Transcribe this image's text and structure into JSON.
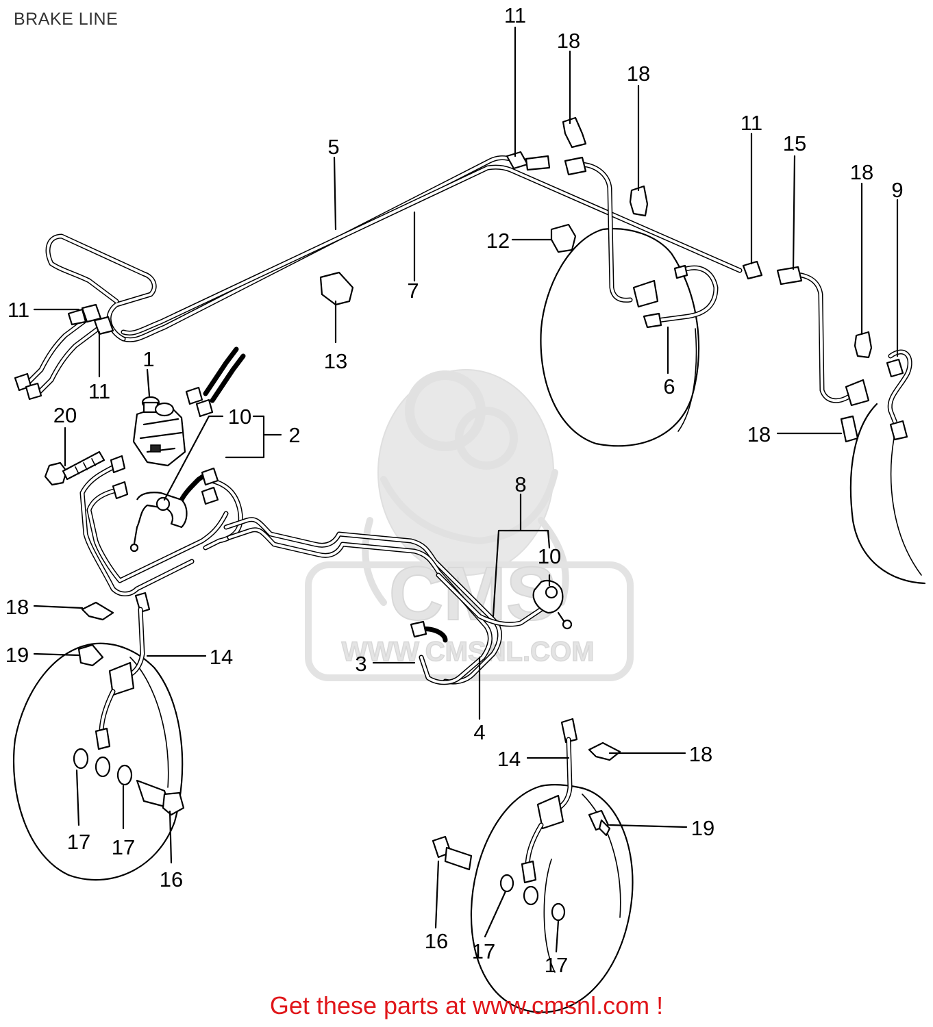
{
  "page": {
    "title": "BRAKE LINE",
    "footer_link": "Get these parts at www.cmsnl.com !"
  },
  "watermark": {
    "brand": "CMS",
    "url": "WWW.CMSNL.COM"
  },
  "callouts": [
    {
      "id": "c-11-top",
      "label": "11"
    },
    {
      "id": "c-18-top-a",
      "label": "18"
    },
    {
      "id": "c-18-top-b",
      "label": "18"
    },
    {
      "id": "c-5",
      "label": "5"
    },
    {
      "id": "c-11-right",
      "label": "11"
    },
    {
      "id": "c-15",
      "label": "15"
    },
    {
      "id": "c-18-right-top",
      "label": "18"
    },
    {
      "id": "c-9",
      "label": "9"
    },
    {
      "id": "c-12",
      "label": "12"
    },
    {
      "id": "c-7",
      "label": "7"
    },
    {
      "id": "c-13",
      "label": "13"
    },
    {
      "id": "c-11-left",
      "label": "11"
    },
    {
      "id": "c-11-left-b",
      "label": "11"
    },
    {
      "id": "c-1",
      "label": "1"
    },
    {
      "id": "c-6",
      "label": "6"
    },
    {
      "id": "c-20",
      "label": "20"
    },
    {
      "id": "c-10-a",
      "label": "10"
    },
    {
      "id": "c-2",
      "label": "2"
    },
    {
      "id": "c-18-right-mid",
      "label": "18"
    },
    {
      "id": "c-8",
      "label": "8"
    },
    {
      "id": "c-10-b",
      "label": "10"
    },
    {
      "id": "c-18-left",
      "label": "18"
    },
    {
      "id": "c-19-left",
      "label": "19"
    },
    {
      "id": "c-14-left",
      "label": "14"
    },
    {
      "id": "c-3",
      "label": "3"
    },
    {
      "id": "c-4",
      "label": "4"
    },
    {
      "id": "c-14-bottom",
      "label": "14"
    },
    {
      "id": "c-18-bottom",
      "label": "18"
    },
    {
      "id": "c-17-a",
      "label": "17"
    },
    {
      "id": "c-17-b",
      "label": "17"
    },
    {
      "id": "c-16-left",
      "label": "16"
    },
    {
      "id": "c-19-bottom",
      "label": "19"
    },
    {
      "id": "c-16-bottom",
      "label": "16"
    },
    {
      "id": "c-17-c",
      "label": "17"
    },
    {
      "id": "c-17-d",
      "label": "17"
    }
  ]
}
